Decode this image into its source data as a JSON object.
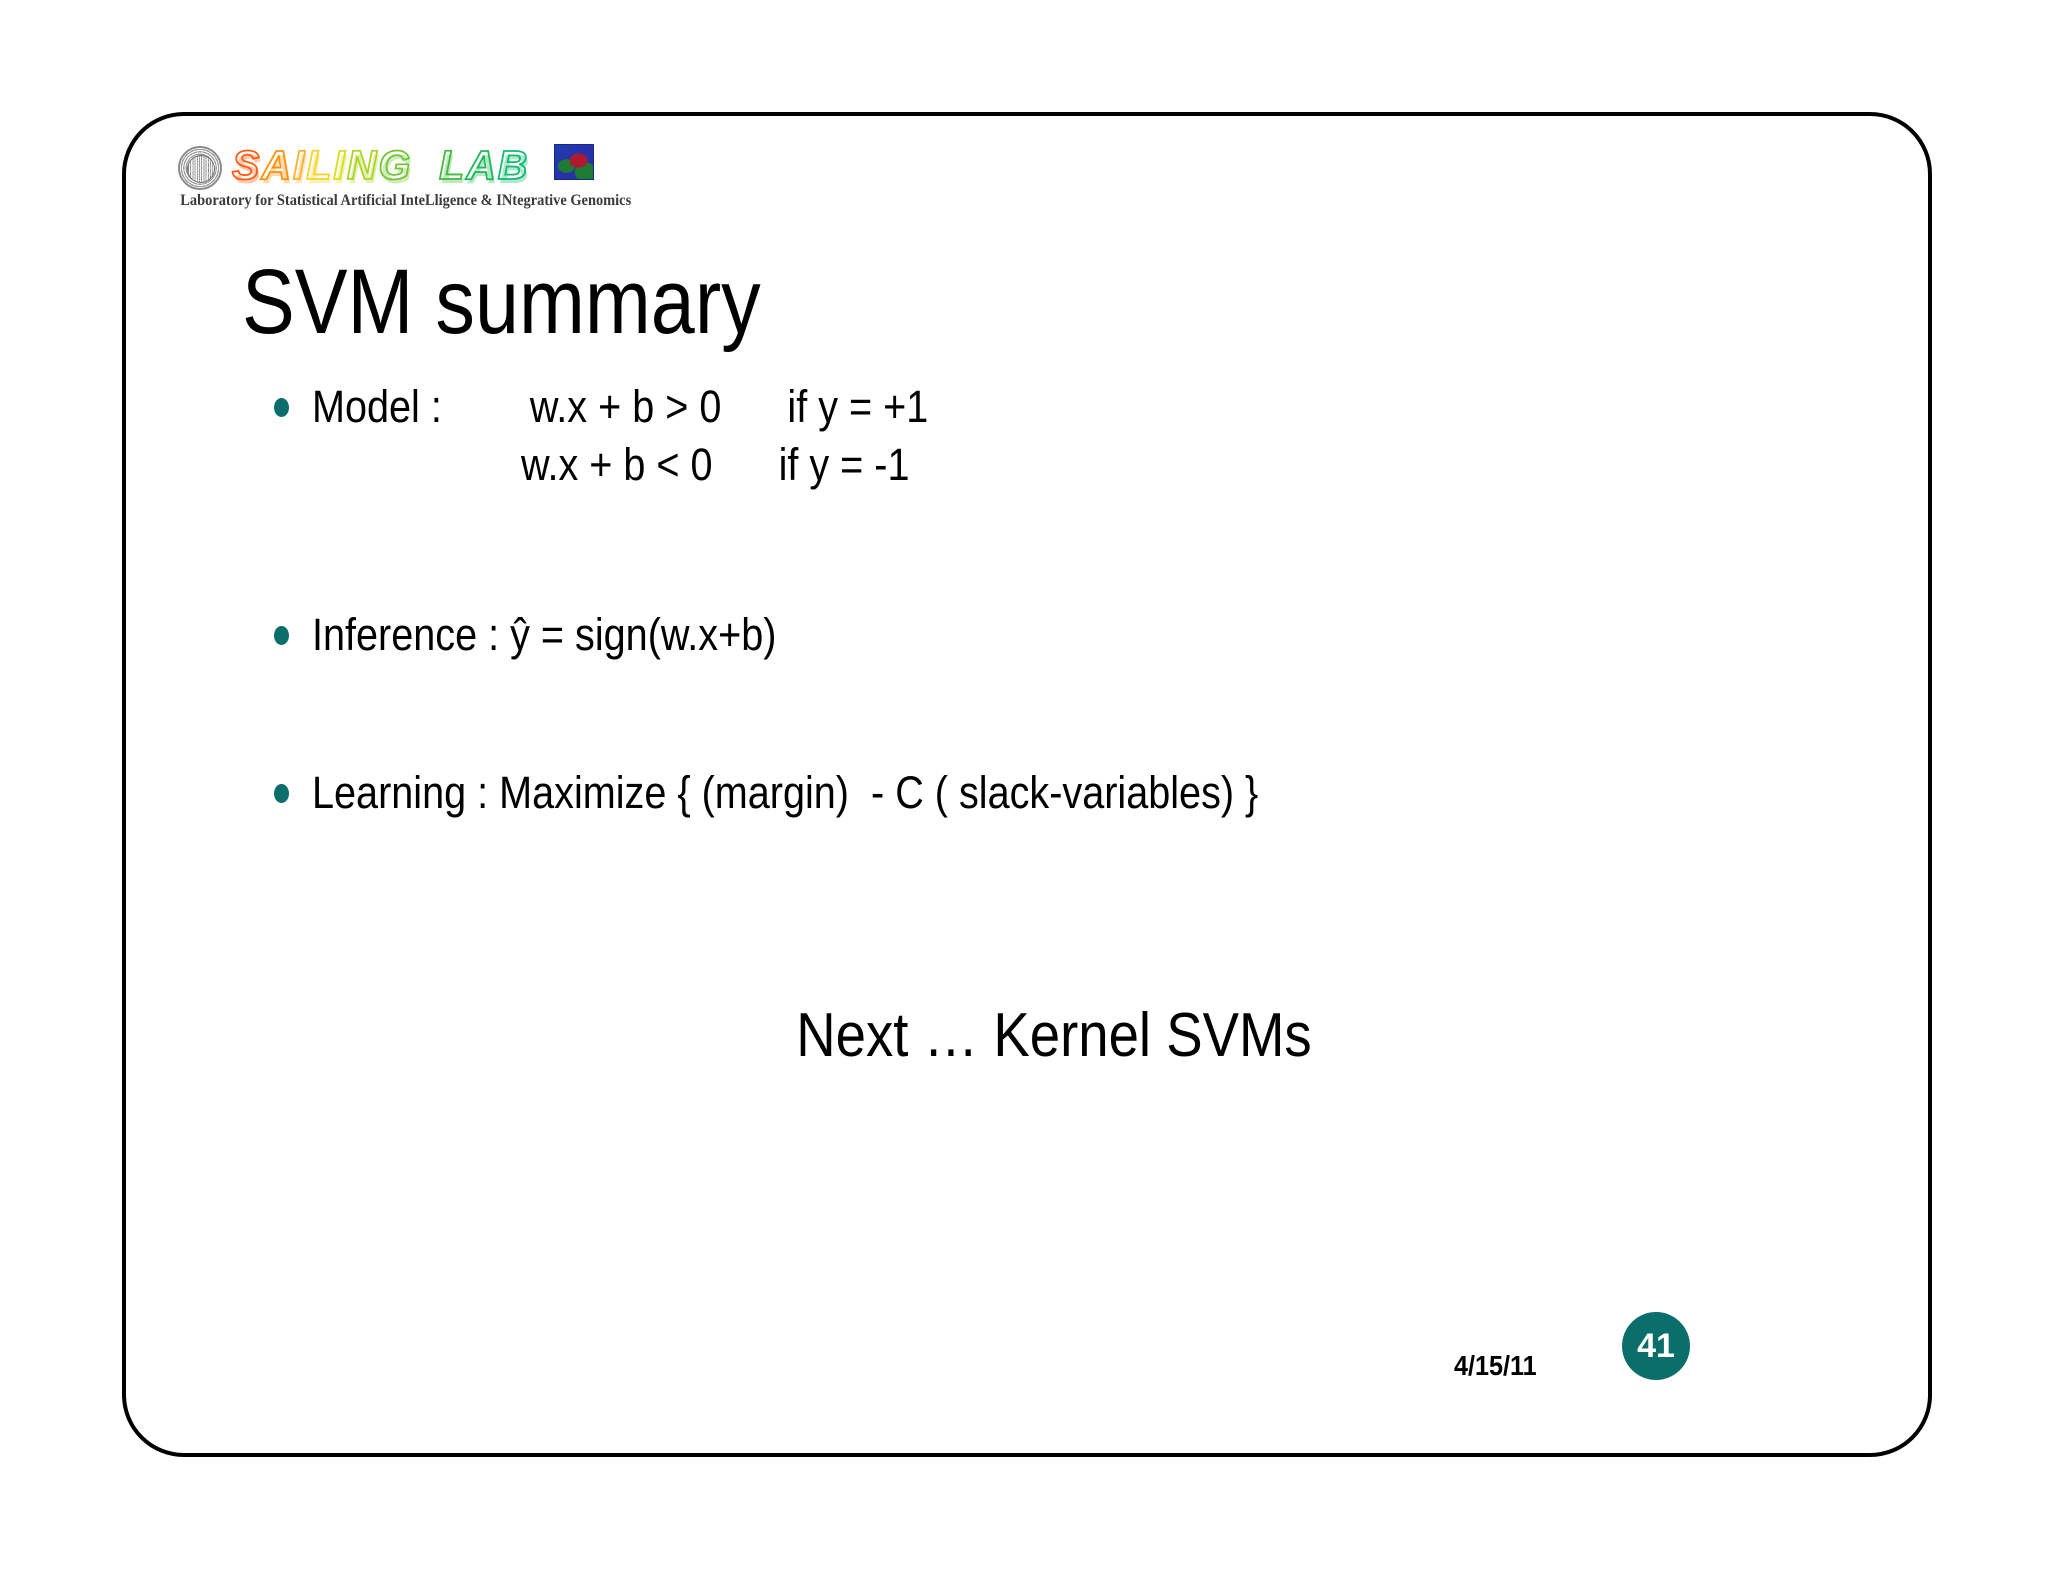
{
  "slide": {
    "title": "SVM summary",
    "logo": {
      "wordmark": "SAILING LAB",
      "subtitle": "Laboratory for Statistical Artificial InteLligence & INtegrative Genomics",
      "seal_icon": "cmu-seal-icon",
      "thumb_icon": "lab-thumbnail-icon"
    },
    "bullets": [
      {
        "label": "Model :",
        "lines": [
          "Model :        w.x + b > 0      if y = +1",
          "                   w.x + b < 0      if y = -1"
        ]
      },
      {
        "label": "Inference :",
        "lines": [
          "Inference : ŷ = sign(w.x+b)"
        ]
      },
      {
        "label": "Learning :",
        "lines": [
          "Learning : Maximize { (margin)  - C ( slack-variables) }"
        ]
      }
    ],
    "next_note": "Next … Kernel SVMs",
    "footer": {
      "date": "4/15/11",
      "page_number": "41"
    },
    "colors": {
      "accent_teal": "#0b6e6b",
      "frame_border": "#000000",
      "background": "#ffffff",
      "text": "#000000"
    }
  }
}
